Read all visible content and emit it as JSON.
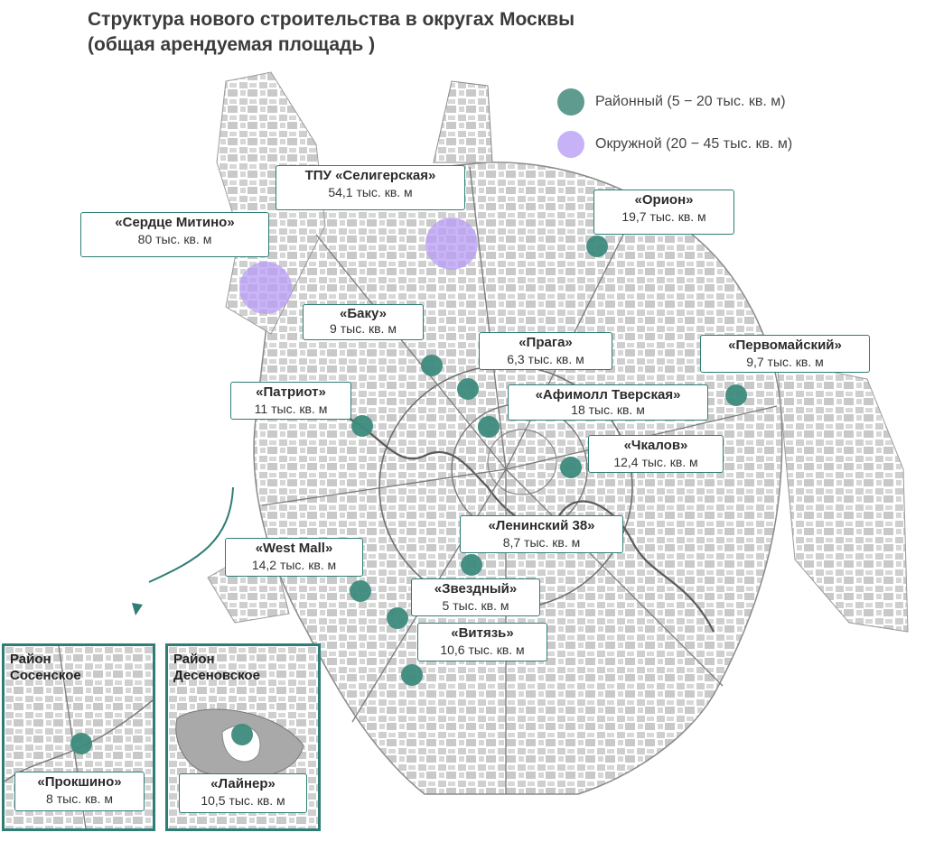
{
  "title": {
    "line1": "Структура нового строительства в округах Москвы",
    "line2": "(общая арендуемая площадь )"
  },
  "legend": [
    {
      "label": "Районный (5 − 20 тыс. кв. м)",
      "color": "#3d8b7d"
    },
    {
      "label": "Окружной (20 − 45 тыс. кв. м)",
      "color": "#c7b2f7"
    }
  ],
  "colors": {
    "accent": "#2f7d74",
    "district": "#3d8b7d",
    "okrug": "#b89cf7"
  },
  "projects": {
    "seligerskaya": {
      "name": "ТПУ «Селигерская»",
      "area": "54,1 тыс. кв. м"
    },
    "mitino": {
      "name": "«Сердце Митино»",
      "area": "80 тыс. кв. м"
    },
    "orion": {
      "name": "«Орион»",
      "area": "19,7 тыс. кв. м"
    },
    "baku": {
      "name": "«Баку»",
      "area": "9 тыс. кв. м"
    },
    "praga": {
      "name": "«Прага»",
      "area": "6,3 тыс. кв. м"
    },
    "pervomaisky": {
      "name": "«Первомайский»",
      "area": "9,7 тыс. кв. м"
    },
    "patriot": {
      "name": "«Патриот»",
      "area": "11 тыс. кв. м"
    },
    "afimall": {
      "name": "«Афимолл Тверская»",
      "area": "18 тыс. кв. м"
    },
    "chkalov": {
      "name": "«Чкалов»",
      "area": "12,4 тыс. кв. м"
    },
    "leninsky": {
      "name": "«Ленинский 38»",
      "area": "8,7 тыс. кв. м"
    },
    "westmall": {
      "name": "«West Mall»",
      "area": "14,2 тыс. кв. м"
    },
    "zvezdny": {
      "name": "«Звездный»",
      "area": "5 тыс. кв. м"
    },
    "vityaz": {
      "name": "«Витязь»",
      "area": "10,6 тыс. кв. м"
    },
    "prokshino": {
      "name": "«Прокшино»",
      "area": "8 тыс. кв. м"
    },
    "layner": {
      "name": "«Лайнер»",
      "area": "10,5 тыс. кв. м"
    }
  },
  "insets": {
    "sosenskoe": {
      "region": "Район Сосенское"
    },
    "desenovskoe": {
      "region": "Район Десеновское"
    }
  }
}
